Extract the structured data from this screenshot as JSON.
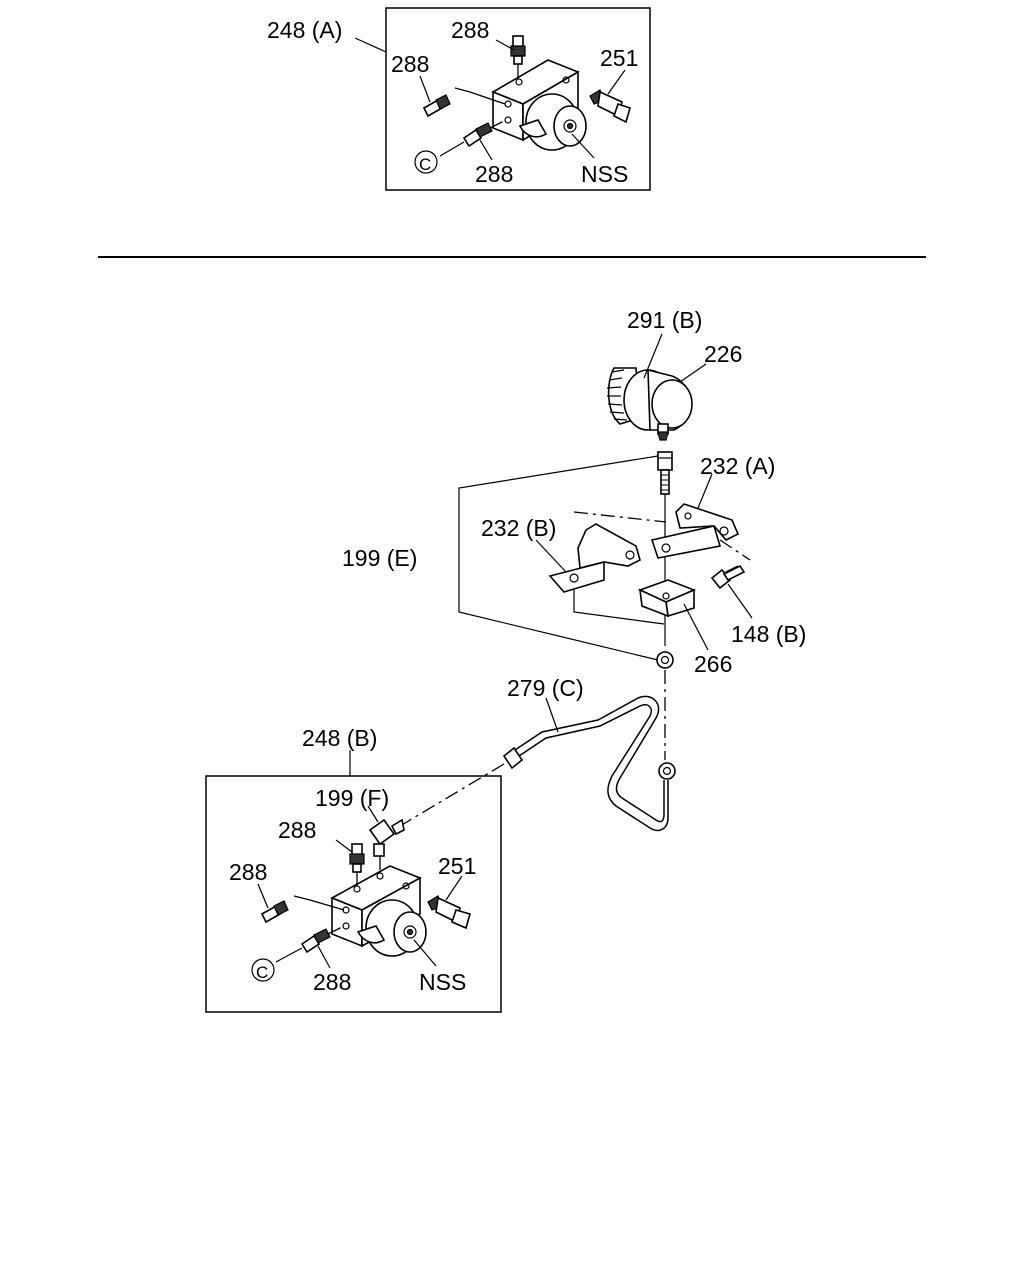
{
  "labels": {
    "a_248": "248 (A)",
    "a_288_top": "288",
    "a_288_left": "288",
    "a_251": "251",
    "a_288_bottom": "288",
    "a_nss": "NSS",
    "a_c": "C",
    "b_291": "291 (B)",
    "b_226": "226",
    "b_232a": "232 (A)",
    "b_232b": "232 (B)",
    "b_199e": "199 (E)",
    "b_148": "148 (B)",
    "b_266": "266",
    "b_279": "279 (C)",
    "b_248": "248 (B)",
    "b_199f": "199 (F)",
    "b_288_top": "288",
    "b_288_left": "288",
    "b_251": "251",
    "b_288_bottom": "288",
    "b_nss": "NSS",
    "b_c": "C"
  },
  "colors": {
    "line": "#000000",
    "background": "#ffffff"
  }
}
